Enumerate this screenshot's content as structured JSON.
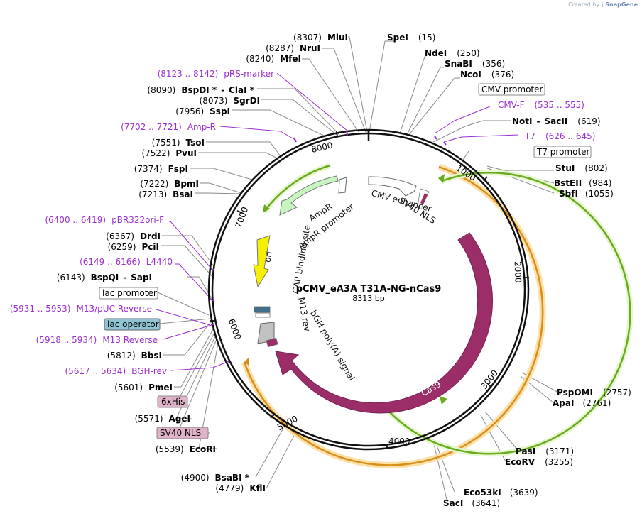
{
  "credit": {
    "prefix": "Created by",
    "brand": "SnapGene"
  },
  "plasmid": {
    "name": "pCMV_eA3A T31A-NG-nCas9",
    "size": "8313 bp"
  },
  "ticks": [
    "1000",
    "2000",
    "3000",
    "4000",
    "5000",
    "6000",
    "7000",
    "8000"
  ],
  "sites_right": [
    {
      "name": "SpeI",
      "pos": "(15)"
    },
    {
      "name": "NdeI",
      "pos": "(250)"
    },
    {
      "name": "SnaBI",
      "pos": "(356)"
    },
    {
      "name": "NcoI",
      "pos": "(376)"
    },
    {
      "name": "NotI",
      "sep": "-",
      "name2": "SacII",
      "pos": "(619)"
    },
    {
      "name": "StuI",
      "pos": "(802)"
    },
    {
      "name": "BstEII",
      "pos": "(984)"
    },
    {
      "name": "SbfI",
      "pos": "(1055)"
    },
    {
      "name": "PspOMI",
      "pos": "(2757)"
    },
    {
      "name": "ApaI",
      "pos": "(2761)"
    },
    {
      "name": "PasI",
      "pos": "(3171)"
    },
    {
      "name": "EcoRV",
      "pos": "(3255)"
    },
    {
      "name": "Eco53kI",
      "pos": "(3639)"
    },
    {
      "name": "SacI",
      "pos": "(3641)"
    }
  ],
  "sites_left": [
    {
      "pos": "(8307)",
      "name": "MluI"
    },
    {
      "pos": "(8287)",
      "name": "NruI"
    },
    {
      "pos": "(8240)",
      "name": "MfeI"
    },
    {
      "pos": "(8090)",
      "name": "BspDI *",
      "sep": "-",
      "name2": "ClaI *"
    },
    {
      "pos": "(8073)",
      "name": "SgrDI"
    },
    {
      "pos": "(7956)",
      "name": "SspI"
    },
    {
      "pos": "(7551)",
      "name": "TsoI"
    },
    {
      "pos": "(7522)",
      "name": "PvuI"
    },
    {
      "pos": "(7374)",
      "name": "FspI"
    },
    {
      "pos": "(7222)",
      "name": "BpmI"
    },
    {
      "pos": "(7213)",
      "name": "BsaI"
    },
    {
      "pos": "(6367)",
      "name": "DrdI"
    },
    {
      "pos": "(6259)",
      "name": "PciI"
    },
    {
      "pos": "(6143)",
      "name": "BspQI",
      "sep": "-",
      "name2": "SapI"
    },
    {
      "pos": "(5812)",
      "name": "BbsI"
    },
    {
      "pos": "(5601)",
      "name": "PmeI"
    },
    {
      "pos": "(5571)",
      "name": "AgeI"
    },
    {
      "pos": "(5539)",
      "name": "EcoRI"
    },
    {
      "pos": "(4900)",
      "name": "BsaBI *"
    },
    {
      "pos": "(4779)",
      "name": "KflI"
    }
  ],
  "primers": [
    {
      "range": "(8123 .. 8142)",
      "name": "pRS-marker"
    },
    {
      "range": "(7702 .. 7721)",
      "name": "Amp-R"
    },
    {
      "name": "CMV-F",
      "range": "(535 .. 555)"
    },
    {
      "name": "T7",
      "range": "(626 .. 645)"
    },
    {
      "range": "(6400 .. 6419)",
      "name": "pBR322ori-F"
    },
    {
      "range": "(6149 .. 6166)",
      "name": "L4440"
    },
    {
      "range": "(5931 .. 5953)",
      "name": "M13/pUC Reverse"
    },
    {
      "range": "(5918 .. 5934)",
      "name": "M13 Reverse"
    },
    {
      "range": "(5617 .. 5634)",
      "name": "BGH-rev"
    }
  ],
  "boxed_features": {
    "cmv_promoter": "CMV promoter",
    "t7_promoter": "T7 promoter",
    "lac_promoter": "lac promoter",
    "lac_operator": "lac operator",
    "his6": "6xHis",
    "sv40_nls": "SV40 NLS"
  },
  "inner_features": {
    "cmv_enhancer": "CMV enhancer",
    "sv40_nls_inner": "SV40 NLS",
    "ampr": "AmpR",
    "ampr_promoter": "AmpR promoter",
    "ori": "ori",
    "cap_site": "CAP binding site",
    "m13_rev": "M13 rev",
    "bgh": "bGH poly(A) signal",
    "cas9": "Cas9"
  },
  "colors": {
    "backbone": "#111111",
    "cas9": "#9b2e68",
    "orange_band": "#d98e1a",
    "green_arrow": "#6aaa1e",
    "ampr_fill": "#c8f5c0",
    "ori_fill": "#f5f000",
    "purple_text": "#9b30d0",
    "lac_operator_fill": "#8fc4d4",
    "tag_fill": "#e0b3c9"
  }
}
